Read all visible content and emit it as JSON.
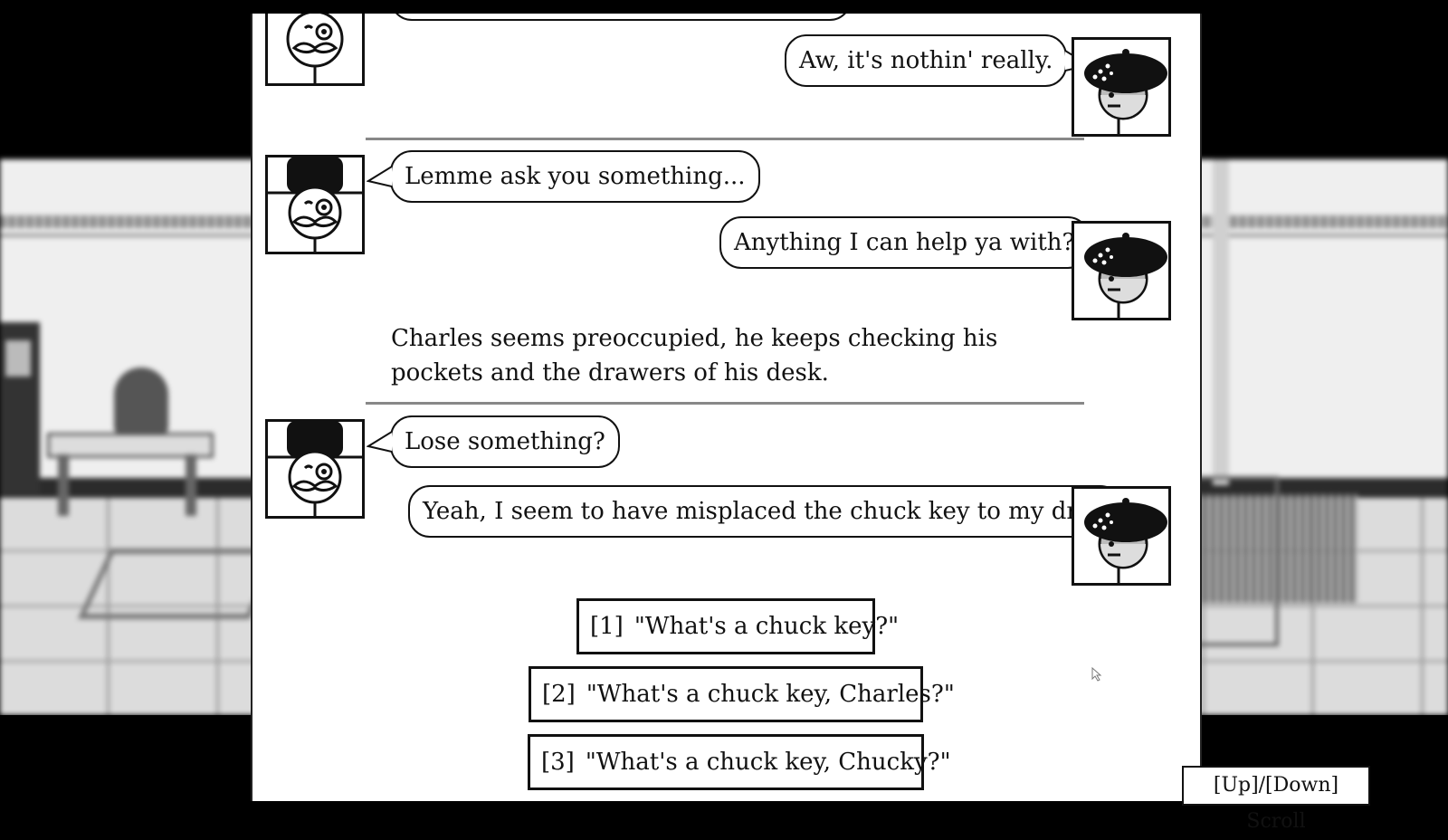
{
  "dialogue": {
    "lines": [
      {
        "speaker": "player",
        "text": "Aw, it's nothin' really."
      },
      {
        "speaker": "charles",
        "text": "Lemme ask you something..."
      },
      {
        "speaker": "player",
        "text": "Anything I can help ya with?"
      },
      {
        "speaker": "narration",
        "text": "Charles seems preoccupied, he keeps checking his pockets and the drawers of his desk."
      },
      {
        "speaker": "charles",
        "text": "Lose something?"
      },
      {
        "speaker": "player",
        "text": "Yeah, I seem to have misplaced the chuck key to my drill."
      }
    ]
  },
  "choices": [
    {
      "key": "[1]",
      "text": "\"What's a chuck key?\""
    },
    {
      "key": "[2]",
      "text": "\"What's a chuck key, Charles?\""
    },
    {
      "key": "[3]",
      "text": "\"What's a chuck key, Chucky?\""
    }
  ],
  "hint": "[Up]/[Down] Scroll",
  "icons": {
    "charles_portrait": "mustached-man-bowler-hat-icon",
    "player_portrait": "beret-character-icon",
    "cursor": "mouse-cursor-icon"
  }
}
